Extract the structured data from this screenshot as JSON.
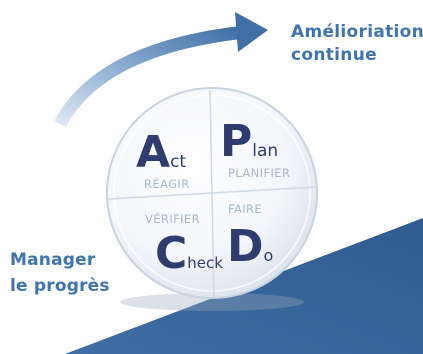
{
  "labels": {
    "improvement": [
      "Amélioriation",
      "continue"
    ],
    "manage": [
      "Manager",
      "le progrès"
    ]
  },
  "wheel": {
    "quadrants": [
      {
        "id": "act",
        "initial": "A",
        "rest": "ct",
        "french": "RÉAGIR"
      },
      {
        "id": "plan",
        "initial": "P",
        "rest": "lan",
        "french": "PLANIFIER"
      },
      {
        "id": "check",
        "initial": "C",
        "rest": "heck",
        "french": "VÉRIFIER"
      },
      {
        "id": "do",
        "initial": "D",
        "rest": "o",
        "french": "FAIRE"
      }
    ]
  },
  "colors": {
    "text_blue": "#3f74ae",
    "letter_navy": "#2f3d6e",
    "ramp": "#3b6aa0",
    "arrow": "#4a76aa",
    "french_label": "#a7b6cc"
  }
}
